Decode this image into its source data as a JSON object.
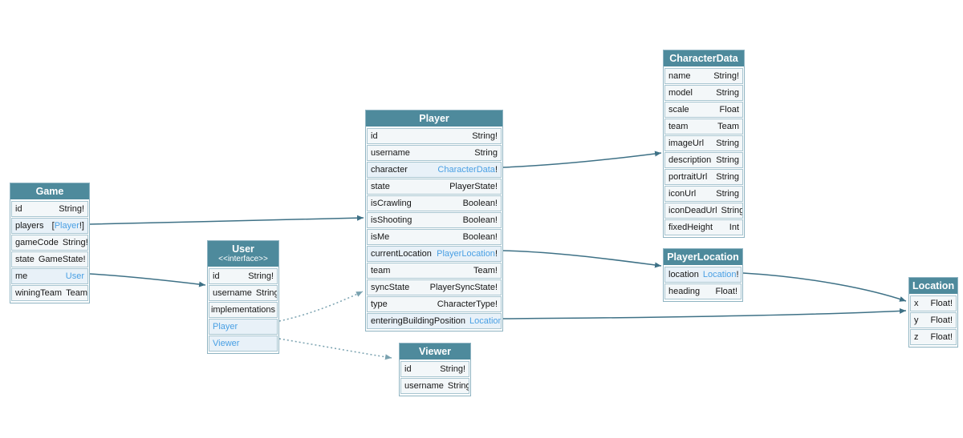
{
  "theme": {
    "header_bg": "#4e8a9c",
    "header_text": "#ffffff",
    "row_bg": "#f3f7f9",
    "linked_row_bg": "#e8f1f8",
    "border_color": "#8fb4c2",
    "link_color": "#4aa0e4",
    "arrow_color": "#3e7186",
    "dotted_arrow_color": "#7aa2b0"
  },
  "tables": [
    {
      "title": "Game",
      "fields": [
        {
          "name": "id",
          "suf": "String!"
        },
        {
          "name": "players",
          "pre": "[",
          "link": "Player",
          "suf": "!]"
        },
        {
          "name": "gameCode",
          "suf": "String!"
        },
        {
          "name": "state",
          "suf": "GameState!"
        },
        {
          "name": "me",
          "link": "User"
        },
        {
          "name": "winingTeam",
          "suf": "Team"
        }
      ]
    },
    {
      "title": "User",
      "stereotype": "<<interface>>",
      "fields": [
        {
          "name": "id",
          "suf": "String!"
        },
        {
          "name": "username",
          "suf": "String"
        }
      ],
      "implementations_label": "implementations",
      "implementations": [
        "Player",
        "Viewer"
      ]
    },
    {
      "title": "Player",
      "fields": [
        {
          "name": "id",
          "suf": "String!"
        },
        {
          "name": "username",
          "suf": "String"
        },
        {
          "name": "character",
          "link": "CharacterData",
          "suf": "!"
        },
        {
          "name": "state",
          "suf": "PlayerState!"
        },
        {
          "name": "isCrawling",
          "suf": "Boolean!"
        },
        {
          "name": "isShooting",
          "suf": "Boolean!"
        },
        {
          "name": "isMe",
          "suf": "Boolean!"
        },
        {
          "name": "currentLocation",
          "link": "PlayerLocation",
          "suf": "!"
        },
        {
          "name": "team",
          "suf": "Team!"
        },
        {
          "name": "syncState",
          "suf": "PlayerSyncState!"
        },
        {
          "name": "type",
          "suf": "CharacterType!"
        },
        {
          "name": "enteringBuildingPosition",
          "link": "Location"
        }
      ]
    },
    {
      "title": "Viewer",
      "fields": [
        {
          "name": "id",
          "suf": "String!"
        },
        {
          "name": "username",
          "suf": "String"
        }
      ]
    },
    {
      "title": "CharacterData",
      "fields": [
        {
          "name": "name",
          "suf": "String!"
        },
        {
          "name": "model",
          "suf": "String"
        },
        {
          "name": "scale",
          "suf": "Float"
        },
        {
          "name": "team",
          "suf": "Team"
        },
        {
          "name": "imageUrl",
          "suf": "String"
        },
        {
          "name": "description",
          "suf": "String"
        },
        {
          "name": "portraitUrl",
          "suf": "String"
        },
        {
          "name": "iconUrl",
          "suf": "String"
        },
        {
          "name": "iconDeadUrl",
          "suf": "String"
        },
        {
          "name": "fixedHeight",
          "suf": "Int"
        }
      ]
    },
    {
      "title": "PlayerLocation",
      "fields": [
        {
          "name": "location",
          "link": "Location",
          "suf": "!"
        },
        {
          "name": "heading",
          "suf": "Float!"
        }
      ]
    },
    {
      "title": "Location",
      "fields": [
        {
          "name": "x",
          "suf": "Float!"
        },
        {
          "name": "y",
          "suf": "Float!"
        },
        {
          "name": "z",
          "suf": "Float!"
        }
      ]
    }
  ],
  "edges": [
    {
      "from": "Game.players",
      "to": "Player",
      "style": "solid"
    },
    {
      "from": "Game.me",
      "to": "User",
      "style": "solid"
    },
    {
      "from": "Player.character",
      "to": "CharacterData",
      "style": "solid"
    },
    {
      "from": "Player.currentLocation",
      "to": "PlayerLocation",
      "style": "solid"
    },
    {
      "from": "Player.enteringBuildingPosition",
      "to": "Location",
      "style": "solid"
    },
    {
      "from": "PlayerLocation.location",
      "to": "Location",
      "style": "solid"
    },
    {
      "from": "User",
      "to": "Player",
      "style": "dotted"
    },
    {
      "from": "User",
      "to": "Viewer",
      "style": "dotted"
    }
  ]
}
